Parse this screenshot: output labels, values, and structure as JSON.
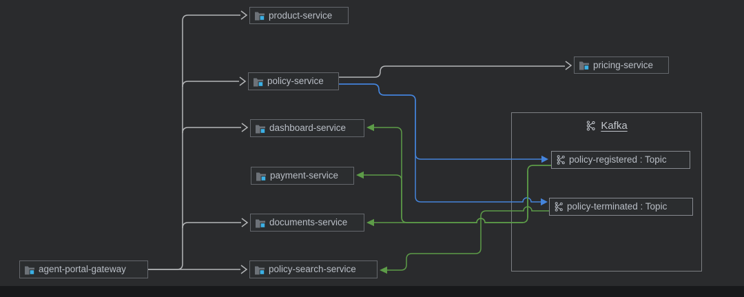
{
  "diagram": {
    "kafka_group": {
      "title": "Kafka",
      "icon": "kafka-icon"
    },
    "nodes": [
      {
        "id": "agent-portal-gateway",
        "label": "agent-portal-gateway",
        "type": "module",
        "icon": "module-folder-icon"
      },
      {
        "id": "product-service",
        "label": "product-service",
        "type": "module",
        "icon": "module-folder-icon"
      },
      {
        "id": "policy-service",
        "label": "policy-service",
        "type": "module",
        "icon": "module-folder-icon"
      },
      {
        "id": "dashboard-service",
        "label": "dashboard-service",
        "type": "module",
        "icon": "module-folder-icon"
      },
      {
        "id": "payment-service",
        "label": "payment-service",
        "type": "module",
        "icon": "module-folder-icon"
      },
      {
        "id": "documents-service",
        "label": "documents-service",
        "type": "module",
        "icon": "module-folder-icon"
      },
      {
        "id": "policy-search-service",
        "label": "policy-search-service",
        "type": "module",
        "icon": "module-folder-icon"
      },
      {
        "id": "pricing-service",
        "label": "pricing-service",
        "type": "module",
        "icon": "module-folder-icon"
      },
      {
        "id": "policy-registered",
        "label": "policy-registered : Topic",
        "type": "kafka-topic",
        "icon": "kafka-icon"
      },
      {
        "id": "policy-terminated",
        "label": "policy-terminated : Topic",
        "type": "kafka-topic",
        "icon": "kafka-icon"
      }
    ],
    "edges": [
      {
        "from": "agent-portal-gateway",
        "to": "product-service",
        "style": "rest-call"
      },
      {
        "from": "agent-portal-gateway",
        "to": "policy-service",
        "style": "rest-call"
      },
      {
        "from": "agent-portal-gateway",
        "to": "dashboard-service",
        "style": "rest-call"
      },
      {
        "from": "agent-portal-gateway",
        "to": "documents-service",
        "style": "rest-call"
      },
      {
        "from": "agent-portal-gateway",
        "to": "policy-search-service",
        "style": "rest-call"
      },
      {
        "from": "policy-service",
        "to": "pricing-service",
        "style": "rest-call"
      },
      {
        "from": "policy-service",
        "to": "policy-registered",
        "style": "publish"
      },
      {
        "from": "policy-service",
        "to": "policy-terminated",
        "style": "publish"
      },
      {
        "from": "policy-registered",
        "to": "dashboard-service",
        "style": "consume"
      },
      {
        "from": "policy-registered",
        "to": "payment-service",
        "style": "consume"
      },
      {
        "from": "policy-registered",
        "to": "documents-service",
        "style": "consume"
      },
      {
        "from": "policy-terminated",
        "to": "policy-search-service",
        "style": "consume"
      }
    ],
    "colors": {
      "background": "#2a2b2d",
      "rest_call_edge": "#b5b7b9",
      "publish_edge": "#4484dc",
      "consume_edge": "#5d9c48",
      "node_border": "#65686d",
      "topic_border": "#888b91",
      "text": "#b9bec6",
      "module_icon_accent": "#3cb0e5"
    }
  }
}
